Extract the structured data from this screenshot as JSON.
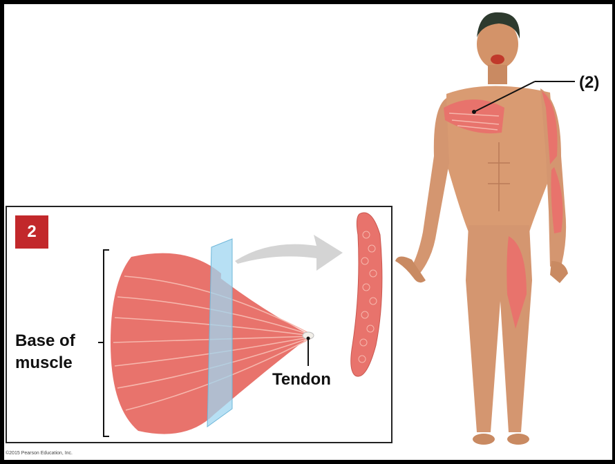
{
  "inset": {
    "step_number": "2",
    "base_label_line1": "Base of",
    "base_label_line2": "muscle",
    "tendon_label": "Tendon"
  },
  "figure": {
    "callout_label": "(2)"
  },
  "footer": {
    "copyright": "©2015 Pearson Education, Inc."
  },
  "colors": {
    "muscle": "#e8736c",
    "muscle_stripe": "#f6b7ad",
    "skin": "#d99b72",
    "plane": "#9fd6f0",
    "badge": "#c2282b",
    "arrow": "#d4d4d4"
  }
}
